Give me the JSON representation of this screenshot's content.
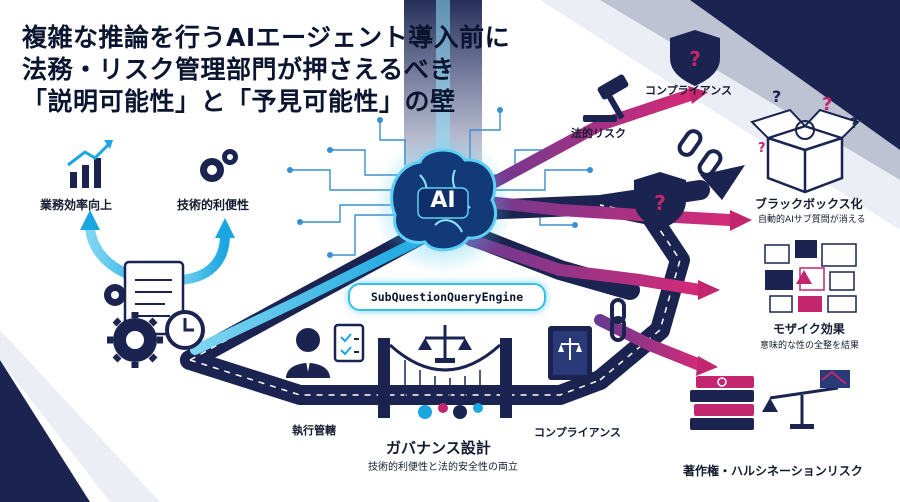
{
  "title": {
    "line1": "複雑な推論を行うAIエージェント導入前に",
    "line2": "法務・リスク管理部門が押さえるべき",
    "line3": "「説明可能性」と「予見可能性」の壁"
  },
  "center": {
    "ai_badge": "AI",
    "engine_label": "SubQuestionQueryEngine"
  },
  "left": {
    "efficiency": "業務効率向上",
    "convenience": "技術的利便性",
    "executive": "執行管轄"
  },
  "bottom": {
    "governance_title": "ガバナンス設計",
    "governance_sub": "技術的利便性と法的安全性の両立",
    "compliance": "コンプライアンス"
  },
  "right": {
    "compliance_top": "コンプライアンス",
    "legal_risk": "法的リスク",
    "blackbox_title": "ブラックボックス化",
    "blackbox_sub": "自動的AIサブ質問が消える",
    "mosaic_title": "モザイク効果",
    "mosaic_sub": "意味的な性の全整を結果",
    "copyright": "著作権・ハルシネーションリスク"
  },
  "colors": {
    "navy": "#1b2450",
    "cyan": "#38bfe8",
    "magenta": "#c2266f",
    "text": "#0c1530"
  }
}
